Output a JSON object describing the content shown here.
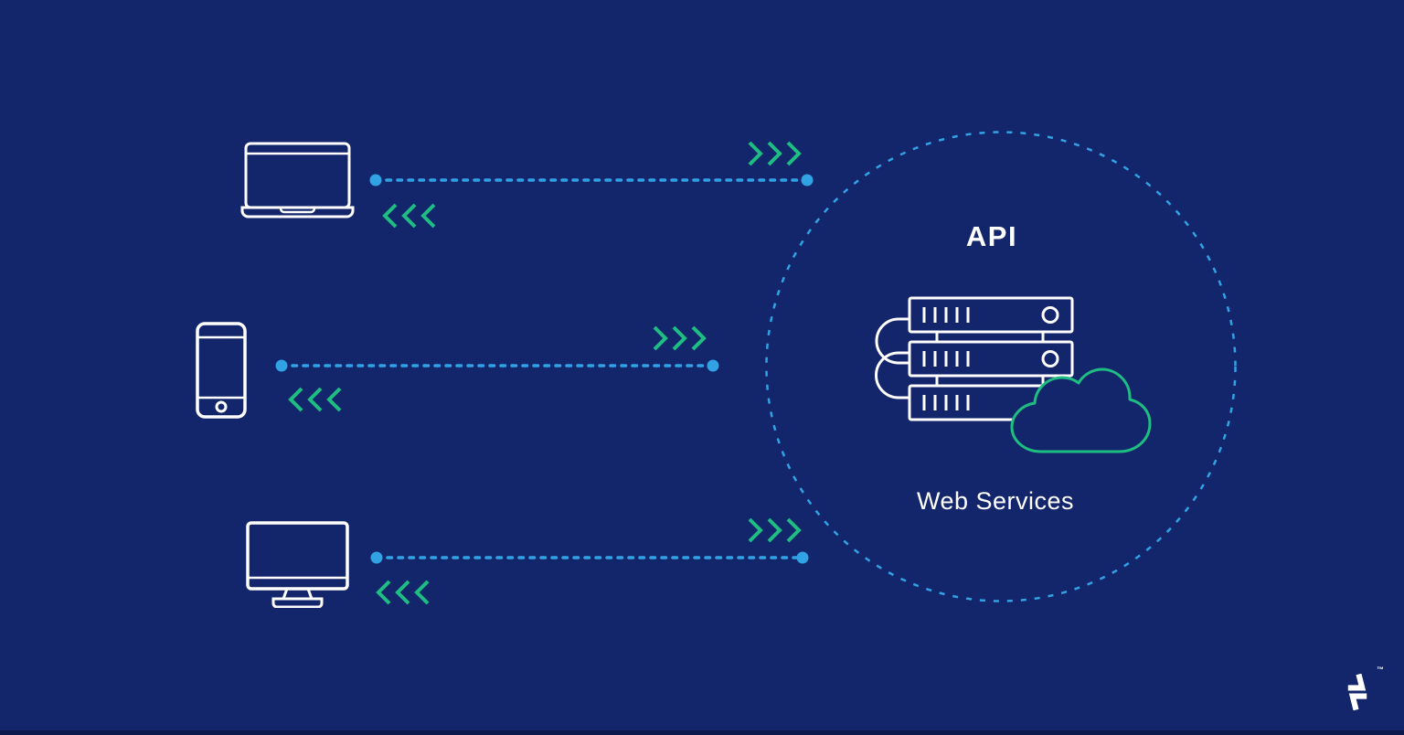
{
  "theme": {
    "background": "#13266b",
    "foreground": "#ffffff",
    "line_blue": "#31a2e4",
    "accent_green": "#1ebe82"
  },
  "diagram": {
    "api_label": "API",
    "services_label": "Web Services",
    "trademark_symbol": "™",
    "clients": [
      {
        "id": "laptop",
        "icon": "laptop-icon"
      },
      {
        "id": "smartphone",
        "icon": "smartphone-icon"
      },
      {
        "id": "desktop",
        "icon": "desktop-monitor-icon"
      }
    ],
    "hub": {
      "boundary_icon": "dashed-circle",
      "server_icon": "server-stack-icon",
      "cloud_icon": "cloud-icon"
    },
    "connection": {
      "line_style": "dotted",
      "request_arrows_icon": "chevrons-right-icon",
      "response_arrows_icon": "chevrons-left-icon"
    },
    "brand": {
      "logo_icon": "toptal-logo-icon"
    }
  }
}
